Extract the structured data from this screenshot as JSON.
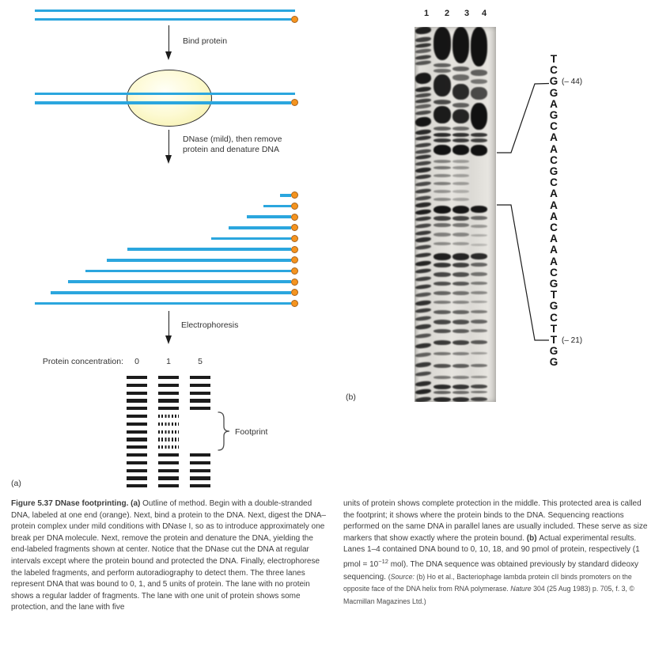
{
  "colors": {
    "dna_blue": "#2ba6de",
    "end_label_orange": "#f5941f",
    "end_label_border": "#a8641e",
    "protein_yellow": "#f4eea1",
    "band_black": "#1c1c1c"
  },
  "panel_a": {
    "panel_label": "(a)",
    "labels": {
      "bind_protein": "Bind protein",
      "dnase_line1": "DNase (mild), then remove",
      "dnase_line2": "protein and denature DNA",
      "electrophoresis": "Electrophoresis"
    },
    "fragments": {
      "x_starts": [
        354,
        333,
        312,
        289,
        267,
        161,
        135,
        108,
        86,
        64,
        44
      ]
    },
    "gel": {
      "header": "Protein concentration:",
      "lane_labels": [
        "0",
        "1",
        "5"
      ],
      "lanes": [
        {
          "label": "0",
          "pattern": "sssssssssssssss"
        },
        {
          "label": "1",
          "pattern": "sssssdddddsssss"
        },
        {
          "label": "5",
          "pattern": "ssssseeeeesssss"
        }
      ]
    },
    "footprint_label": "Footprint"
  },
  "panel_b": {
    "panel_label": "(b)",
    "lane_labels": [
      "1",
      "2",
      "3",
      "4"
    ],
    "sequence": {
      "letters": "TCGGAGCAACGCAAACAAACGTGCTTGG",
      "annotations": [
        {
          "index": 2,
          "text": "(– 44)"
        },
        {
          "index": 25,
          "text": "(– 21)"
        }
      ]
    },
    "gel_lanes": [
      {
        "x": 1,
        "w": 20,
        "rot": -7,
        "bands": [
          [
            0,
            9,
            0.9
          ],
          [
            13,
            6,
            0.75
          ],
          [
            21,
            5,
            0.8
          ],
          [
            28,
            5,
            0.6
          ],
          [
            36,
            5,
            0.75
          ],
          [
            43,
            5,
            0.65
          ],
          [
            58,
            14,
            0.93
          ],
          [
            76,
            6,
            0.85
          ],
          [
            84,
            5,
            0.7
          ],
          [
            91,
            5,
            0.75
          ],
          [
            98,
            5,
            0.6
          ],
          [
            106,
            5,
            0.7
          ],
          [
            114,
            12,
            0.95
          ],
          [
            130,
            6,
            0.85
          ],
          [
            138,
            5,
            0.8
          ],
          [
            147,
            5,
            0.75
          ],
          [
            155,
            5,
            0.7
          ],
          [
            162,
            5,
            0.8
          ],
          [
            170,
            5,
            0.72
          ],
          [
            178,
            6,
            0.85
          ],
          [
            187,
            5,
            0.78
          ],
          [
            196,
            5,
            0.7
          ],
          [
            205,
            5,
            0.75
          ],
          [
            214,
            5,
            0.7
          ],
          [
            222,
            6,
            0.85
          ],
          [
            231,
            6,
            0.9
          ],
          [
            240,
            5,
            0.78
          ],
          [
            249,
            5,
            0.72
          ],
          [
            258,
            5,
            0.78
          ],
          [
            266,
            6,
            0.82
          ],
          [
            276,
            5,
            0.72
          ],
          [
            286,
            5,
            0.8
          ],
          [
            296,
            6,
            0.88
          ],
          [
            306,
            5,
            0.8
          ],
          [
            316,
            5,
            0.74
          ],
          [
            326,
            5,
            0.78
          ],
          [
            336,
            5,
            0.66
          ],
          [
            346,
            6,
            0.82
          ],
          [
            356,
            5,
            0.76
          ],
          [
            366,
            5,
            0.7
          ],
          [
            376,
            6,
            0.78
          ],
          [
            388,
            5,
            0.66
          ],
          [
            400,
            6,
            0.82
          ],
          [
            412,
            5,
            0.6
          ],
          [
            424,
            6,
            0.78
          ],
          [
            436,
            5,
            0.7
          ],
          [
            448,
            6,
            0.84
          ],
          [
            458,
            6,
            0.88
          ],
          [
            468,
            6,
            0.8
          ]
        ]
      },
      {
        "x": 24,
        "w": 22,
        "rot": 0,
        "bands": [
          [
            0,
            42,
            0.95
          ],
          [
            46,
            5,
            0.6
          ],
          [
            53,
            5,
            0.55
          ],
          [
            60,
            28,
            0.9
          ],
          [
            92,
            6,
            0.7
          ],
          [
            100,
            22,
            0.92
          ],
          [
            126,
            5,
            0.6
          ],
          [
            134,
            5,
            0.85
          ],
          [
            141,
            5,
            0.8
          ],
          [
            149,
            13,
            0.96
          ],
          [
            168,
            4,
            0.45
          ],
          [
            176,
            4,
            0.5
          ],
          [
            186,
            4,
            0.42
          ],
          [
            196,
            4,
            0.46
          ],
          [
            206,
            4,
            0.36
          ],
          [
            216,
            4,
            0.4
          ],
          [
            226,
            10,
            0.95
          ],
          [
            239,
            6,
            0.75
          ],
          [
            248,
            5,
            0.55
          ],
          [
            260,
            5,
            0.45
          ],
          [
            272,
            4,
            0.4
          ],
          [
            286,
            9,
            0.9
          ],
          [
            298,
            6,
            0.8
          ],
          [
            310,
            6,
            0.72
          ],
          [
            322,
            5,
            0.68
          ],
          [
            334,
            5,
            0.58
          ],
          [
            346,
            4,
            0.48
          ],
          [
            358,
            5,
            0.62
          ],
          [
            370,
            6,
            0.72
          ],
          [
            382,
            5,
            0.68
          ],
          [
            396,
            6,
            0.78
          ],
          [
            411,
            4,
            0.5
          ],
          [
            426,
            5,
            0.68
          ],
          [
            441,
            4,
            0.5
          ],
          [
            452,
            6,
            0.85
          ],
          [
            460,
            4,
            0.6
          ],
          [
            468,
            6,
            0.85
          ]
        ]
      },
      {
        "x": 48,
        "w": 21,
        "rot": 0,
        "bands": [
          [
            0,
            46,
            0.96
          ],
          [
            50,
            6,
            0.6
          ],
          [
            60,
            8,
            0.55
          ],
          [
            72,
            20,
            0.85
          ],
          [
            96,
            6,
            0.6
          ],
          [
            104,
            18,
            0.88
          ],
          [
            126,
            5,
            0.55
          ],
          [
            134,
            5,
            0.82
          ],
          [
            141,
            5,
            0.78
          ],
          [
            149,
            13,
            0.96
          ],
          [
            168,
            4,
            0.32
          ],
          [
            176,
            4,
            0.36
          ],
          [
            186,
            4,
            0.3
          ],
          [
            196,
            4,
            0.32
          ],
          [
            206,
            4,
            0.24
          ],
          [
            216,
            4,
            0.28
          ],
          [
            226,
            10,
            0.94
          ],
          [
            239,
            6,
            0.72
          ],
          [
            248,
            5,
            0.5
          ],
          [
            260,
            5,
            0.42
          ],
          [
            272,
            4,
            0.33
          ],
          [
            286,
            9,
            0.88
          ],
          [
            298,
            6,
            0.75
          ],
          [
            310,
            6,
            0.68
          ],
          [
            322,
            5,
            0.64
          ],
          [
            334,
            5,
            0.52
          ],
          [
            346,
            4,
            0.42
          ],
          [
            358,
            5,
            0.58
          ],
          [
            370,
            6,
            0.68
          ],
          [
            382,
            5,
            0.62
          ],
          [
            396,
            6,
            0.74
          ],
          [
            411,
            4,
            0.45
          ],
          [
            426,
            5,
            0.62
          ],
          [
            441,
            4,
            0.45
          ],
          [
            452,
            6,
            0.8
          ],
          [
            460,
            4,
            0.55
          ],
          [
            468,
            6,
            0.82
          ]
        ]
      },
      {
        "x": 71,
        "w": 21,
        "rot": 0,
        "bands": [
          [
            0,
            50,
            0.97
          ],
          [
            54,
            8,
            0.6
          ],
          [
            66,
            6,
            0.5
          ],
          [
            76,
            16,
            0.7
          ],
          [
            96,
            34,
            0.97
          ],
          [
            134,
            5,
            0.8
          ],
          [
            141,
            5,
            0.75
          ],
          [
            149,
            14,
            0.97
          ],
          [
            226,
            9,
            0.94
          ],
          [
            239,
            5,
            0.55
          ],
          [
            250,
            4,
            0.35
          ],
          [
            262,
            3,
            0.25
          ],
          [
            274,
            3,
            0.2
          ],
          [
            286,
            8,
            0.85
          ],
          [
            298,
            5,
            0.58
          ],
          [
            310,
            5,
            0.52
          ],
          [
            322,
            4,
            0.48
          ],
          [
            334,
            4,
            0.42
          ],
          [
            346,
            3,
            0.3
          ],
          [
            358,
            4,
            0.48
          ],
          [
            370,
            5,
            0.58
          ],
          [
            382,
            4,
            0.48
          ],
          [
            396,
            5,
            0.64
          ],
          [
            411,
            3,
            0.33
          ],
          [
            426,
            4,
            0.52
          ],
          [
            441,
            3,
            0.38
          ],
          [
            452,
            5,
            0.72
          ],
          [
            460,
            3,
            0.5
          ],
          [
            468,
            5,
            0.72
          ]
        ]
      }
    ]
  },
  "caption": {
    "left_column": [
      {
        "s": "b",
        "t": "Figure 5.37  DNase footprinting.  (a) "
      },
      {
        "s": "r",
        "t": "Outline of method. Begin with a double-stranded DNA, labeled at one end (orange). Next, bind a protein to the DNA. Next, digest the DNA–protein complex under mild conditions with DNase I, so as to introduce approximately one break per DNA molecule. Next, remove the protein and denature the DNA, yielding the end-labeled fragments shown at center. Notice that the DNase cut the DNA at regular intervals except where the protein bound and protected the DNA. Finally, electrophorese the labeled fragments, and perform autoradiography to detect them. The three lanes represent DNA that was bound to 0, 1, and 5 units of protein. The lane with no protein shows a regular ladder of fragments. The lane with one unit of protein shows some protection, and the lane with five"
      }
    ],
    "right_column": [
      {
        "s": "r",
        "t": "units of protein shows complete protection in the middle. This protected area is called the footprint; it shows where the protein binds to the DNA. Sequencing reactions performed on the same DNA in parallel lanes are usually included. These serve as size markers that show exactly where the protein bound. "
      },
      {
        "s": "b",
        "t": "(b) "
      },
      {
        "s": "r",
        "t": "Actual experimental results. Lanes 1–4 contained DNA bound to 0, 10, 18, and 90 pmol of protein, respectively (1 pmol = 10"
      },
      {
        "s": "sup",
        "t": "−12"
      },
      {
        "s": "r",
        "t": " mol). The DNA sequence was obtained previously by standard dideoxy sequencing.  "
      },
      {
        "s": "sm",
        "t": "("
      },
      {
        "s": "smi",
        "t": "Source:"
      },
      {
        "s": "sm",
        "t": " (b) Ho et al., Bacteriophage lambda protein cII binds promoters on the opposite face of the DNA helix from RNA polymerase. "
      },
      {
        "s": "smi",
        "t": "Nature"
      },
      {
        "s": "sm",
        "t": " 304 (25 Aug 1983) p. 705, f. 3, © Macmillan Magazines Ltd.)"
      }
    ]
  }
}
